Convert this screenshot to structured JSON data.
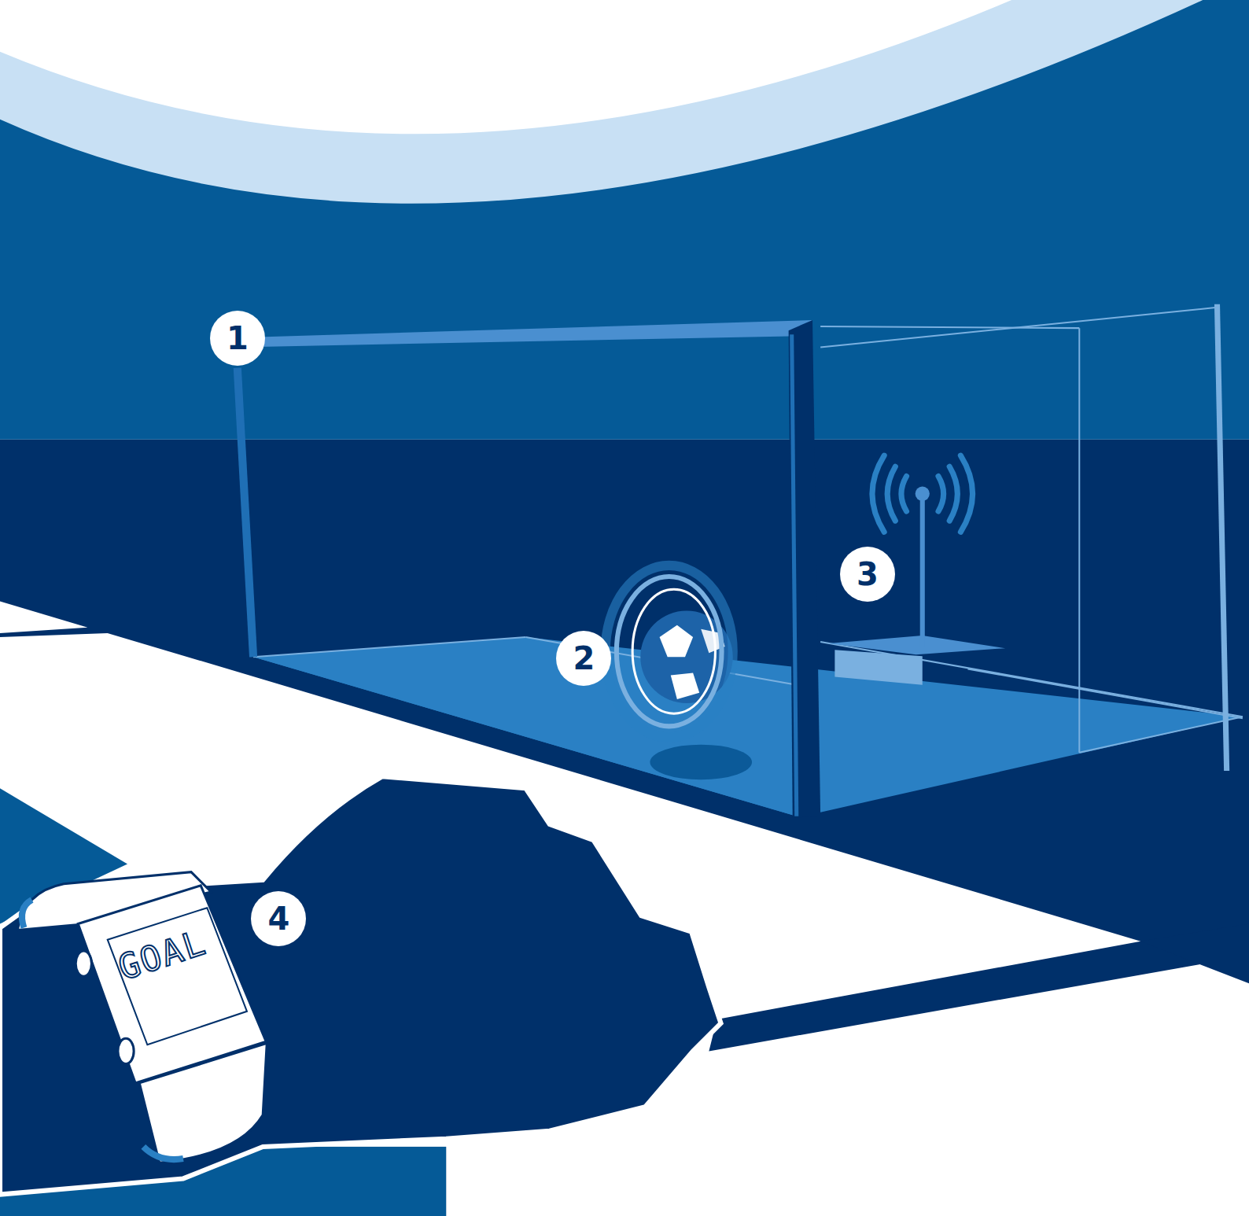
{
  "diagram": {
    "labels": [
      "1",
      "2",
      "3",
      "4",
      "GOAL"
    ]
  }
}
